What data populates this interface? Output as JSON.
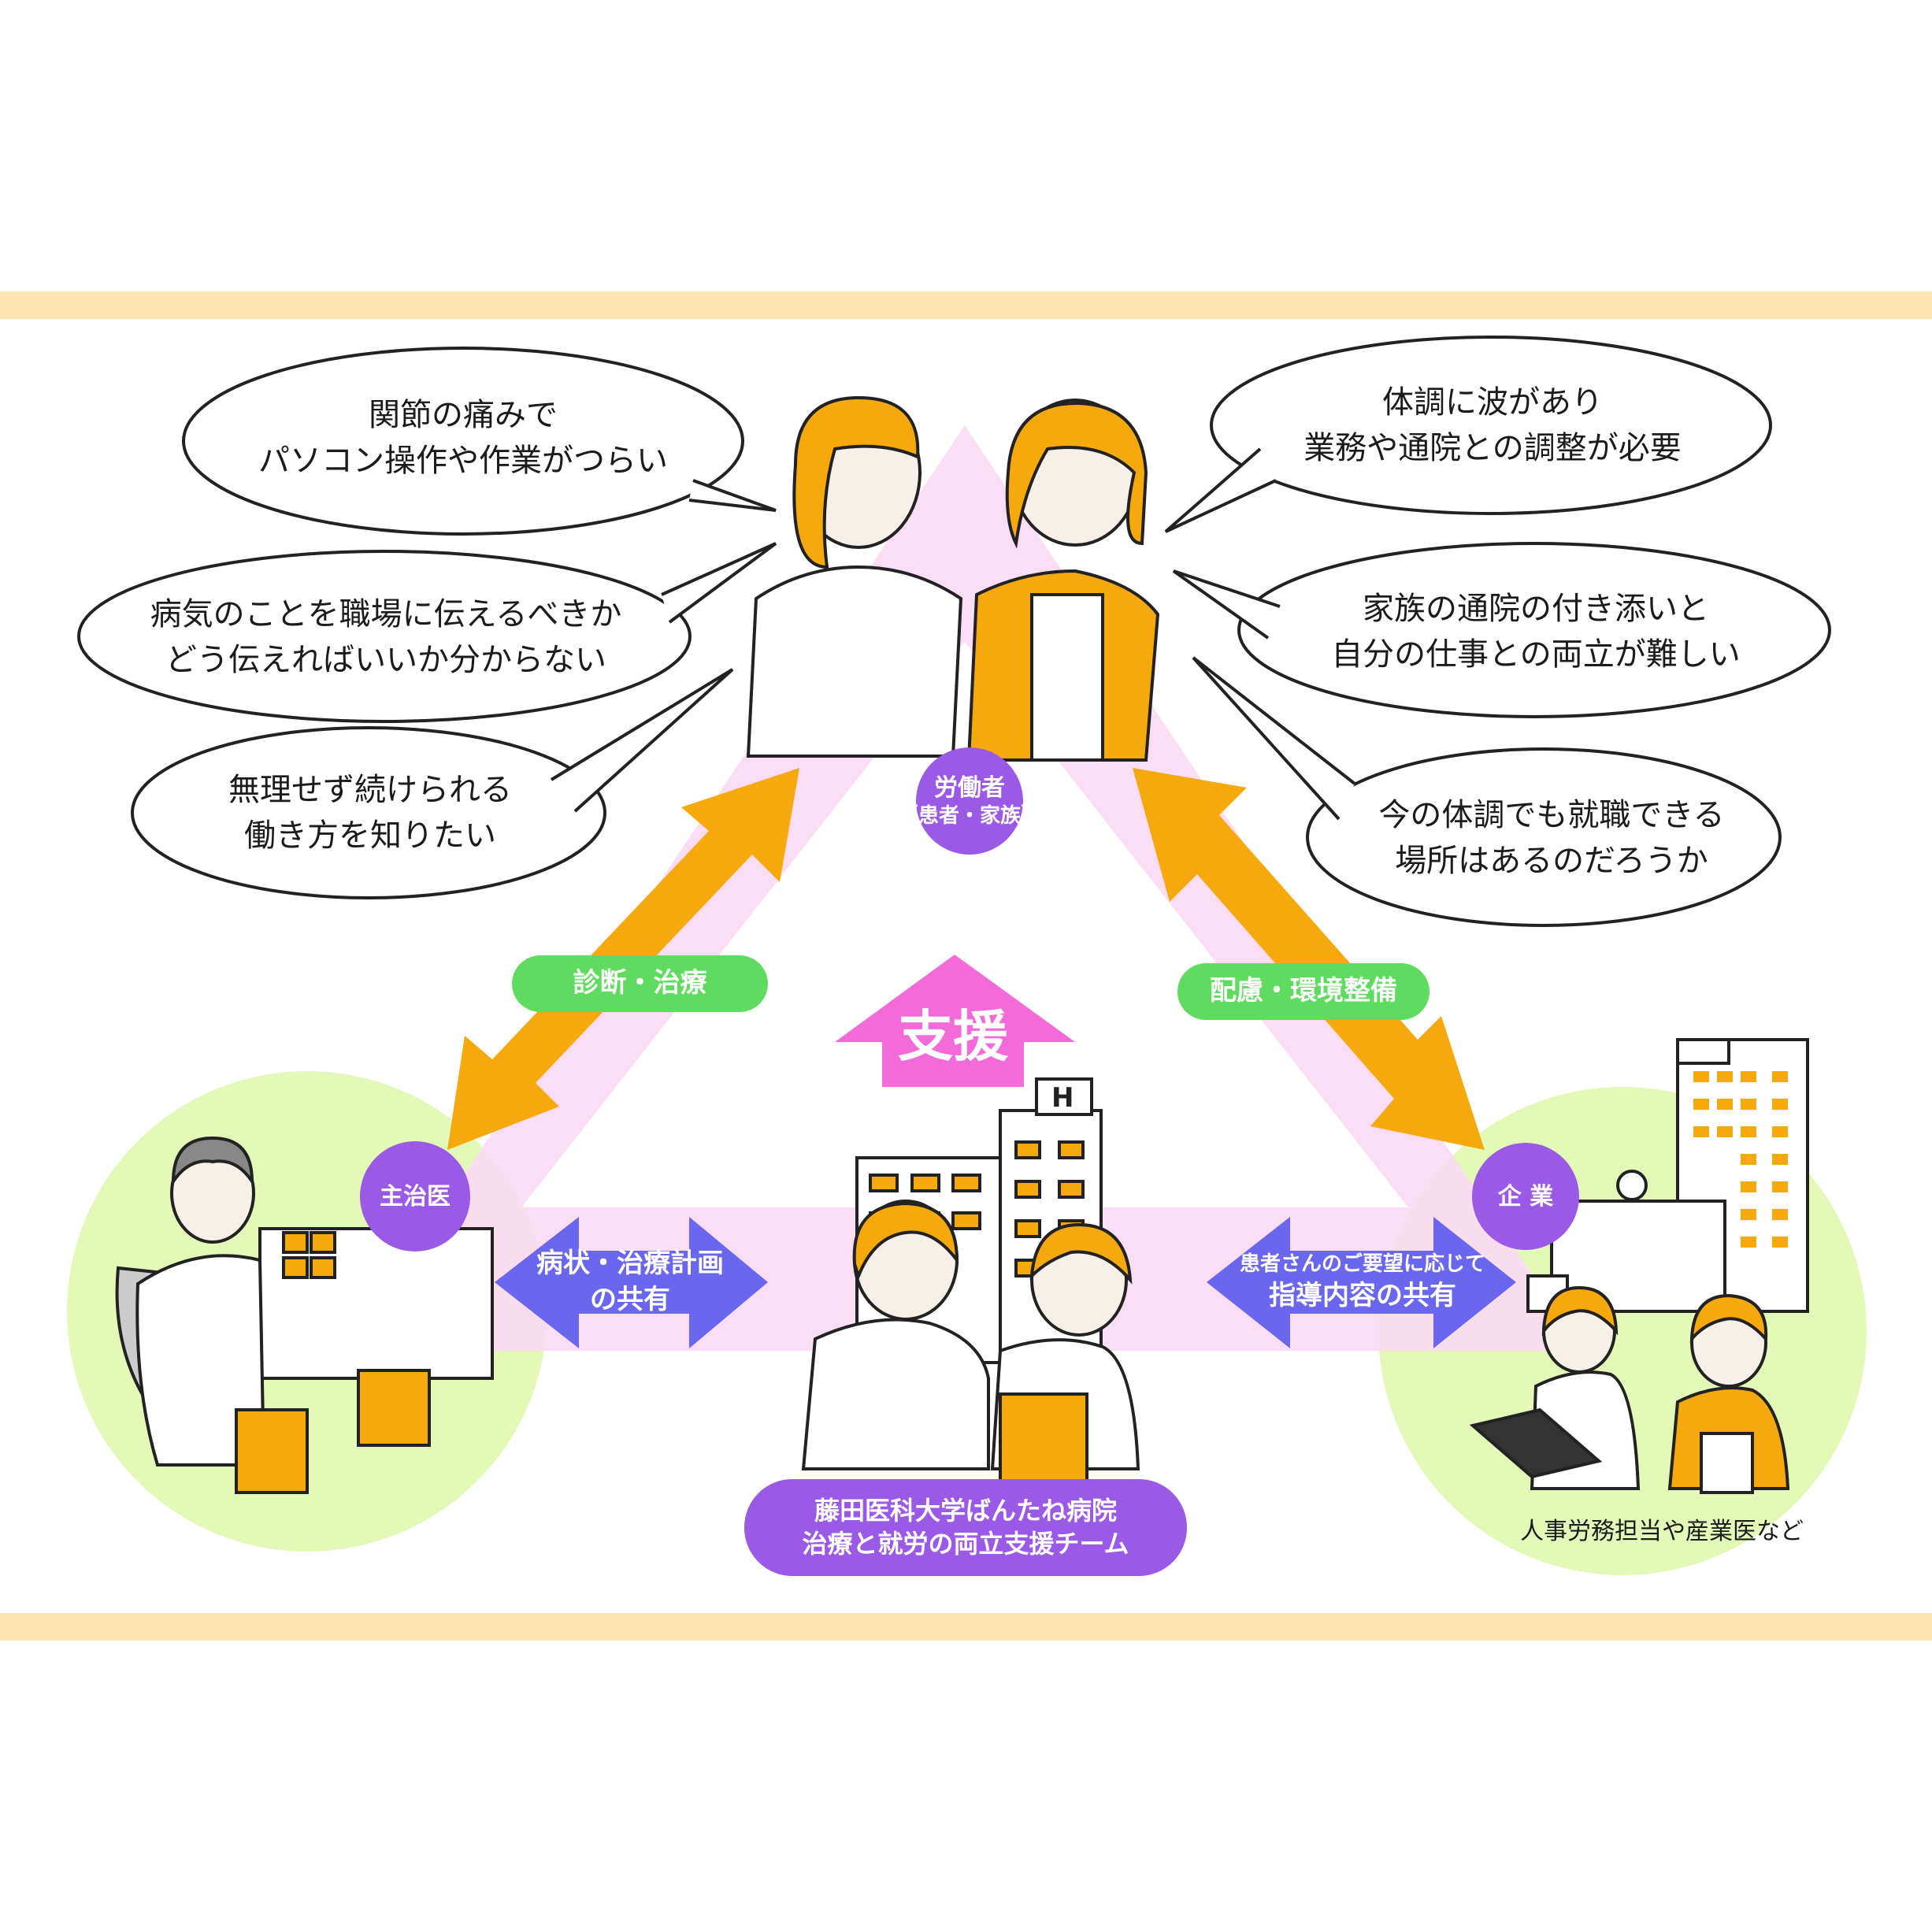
{
  "bubbles": {
    "b1": [
      "関節の痛みで",
      "パソコン操作や作業がつらい"
    ],
    "b2": [
      "病気のことを職場に伝えるべきか",
      "どう伝えればいいか分からない"
    ],
    "b3": [
      "無理せず続けられる",
      "働き方を知りたい"
    ],
    "b4": [
      "体調に波があり",
      "業務や通院との調整が必要"
    ],
    "b5": [
      "家族の通院の付き添いと",
      "自分の仕事との両立が難しい"
    ],
    "b6": [
      "今の体調でも就職できる",
      "場所はあるのだろうか"
    ]
  },
  "nodes": {
    "worker": [
      "労働者",
      "（患者・家族）"
    ],
    "doctor": "主治医",
    "company": "企 業",
    "hospital": [
      "藤田医科大学ばんたね病院",
      "治療と就労の両立支援チーム"
    ]
  },
  "links": {
    "left_pill": "診断・治療",
    "right_pill": "配慮・環境整備",
    "support": "支援",
    "left_arrow": [
      "病状・治療計画",
      "の共有"
    ],
    "right_arrow": [
      "患者さんのご要望に応じて",
      "指導内容の共有"
    ]
  },
  "company_caption": "人事労務担当や産業医など",
  "colors": {
    "band": "#fde5b3",
    "triangle": "#fcd9f5",
    "orange": "#f6a90c",
    "green_pill": "#5fdc5f",
    "purple": "#9a5ae6",
    "blue_arrow": "#6a67ee",
    "magenta": "#f36ad9",
    "light_green": "#e2f9b8"
  }
}
